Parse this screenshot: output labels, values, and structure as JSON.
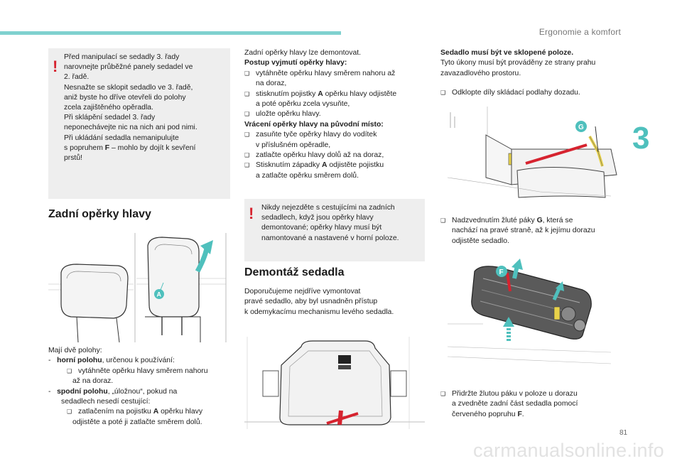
{
  "header": {
    "section_title": "Ergonomie a komfort",
    "chapter_number": "3",
    "page_number": "81",
    "watermark": "carmanualsonline.info"
  },
  "bullet_glyph": "❑",
  "warning_left": {
    "mark": "!",
    "lines": [
      "Před manipulací se sedadly 3. řady",
      "narovnejte průběžné panely sedadel ve",
      "2. řadě.",
      "Nesnažte se sklopit sedadlo ve 3. řadě,",
      "aniž byste ho dříve otevřeli do polohy",
      "zcela zajištěného opěradla.",
      "Při sklápění sedadel 3. řady",
      "neponechávejte nic na nich ani pod nimi.",
      "Při ukládání sedadla nemanipulujte",
      "s popruhem ",
      "prstů!"
    ],
    "strap_letter": "F",
    "strap_rest": " – mohlo by dojít k sevření"
  },
  "headrests": {
    "heading": "Zadní opěrky hlavy",
    "illustration_label": "A",
    "positions_intro": "Mají dvě polohy:",
    "upper_dash": "-",
    "upper_bold": "horní polohu",
    "upper_rest": ", určenou k používání:",
    "upper_step_1": "vytáhněte opěrku hlavy směrem nahoru",
    "upper_step_2": "až na doraz.",
    "lower_dash": "-",
    "lower_bold": "spodní polohu",
    "lower_rest": ", „úložnou“, pokud na",
    "lower_line2": "sedadlech nesedí cestující:",
    "lower_step_1a": "zatlačením na pojistku ",
    "lower_step_1b": "A",
    "lower_step_1c": " opěrku hlavy",
    "lower_step_2": "odjistěte a poté ji zatlačte směrem dolů."
  },
  "middle": {
    "intro": "Zadní opěrky hlavy lze demontovat.",
    "removal_heading": "Postup vyjmutí opěrky hlavy:",
    "r1": "vytáhněte opěrku hlavy směrem nahoru až",
    "r1b": "na doraz,",
    "r2a": "stisknutím pojistky ",
    "r2b": "A",
    "r2c": " opěrku hlavy odjistěte",
    "r2d": "a poté opěrku zcela vysuňte,",
    "r3": "uložte opěrku hlavy.",
    "return_heading": "Vrácení opěrky hlavy na původní místo:",
    "t1": "zasuňte tyče opěrky hlavy do vodítek",
    "t1b": "v příslušném opěradle,",
    "t2": "zatlačte opěrku hlavy dolů až na doraz,",
    "t3a": "Stisknutím západky ",
    "t3b": "A",
    "t3c": " odjistěte pojistku",
    "t3d": "a zatlačte opěrku směrem dolů.",
    "warning_mark": "!",
    "warning_lines": [
      "Nikdy nejezděte s cestujícími na zadních",
      "sedadlech, když jsou opěrky hlavy",
      "demontované; opěrky hlavy musí být",
      "namontované a nastavené v horní poloze."
    ],
    "removal_seat_heading": "Demontáž sedadla",
    "seat_lines": [
      "Doporučujeme nejdříve vymontovat",
      "pravé sedadlo, aby byl usnadněn přístup",
      "k odemykacímu mechanismu levého sedadla."
    ]
  },
  "right": {
    "p1_bold": "Sedadlo musí být ve sklopené poloze.",
    "p1_line2": "Tyto úkony musí být prováděny ze strany prahu",
    "p1_line3": "zavazadlového prostoru.",
    "step1": "Odklopte díly skládací podlahy dozadu.",
    "illus1_label": "G",
    "step2a": "Nadzvednutím žluté páky ",
    "step2b": "G",
    "step2c": ", která se",
    "step2d": "nachází na pravé straně, až k jejímu dorazu",
    "step2e": "odjistěte sedadlo.",
    "illus2_label": "F",
    "step3a": "Přidržte žlutou páku v poloze u dorazu",
    "step3b": "a zvedněte zadní část sedadla pomocí",
    "step3c": "červeného popruhu ",
    "step3d": "F",
    "step3e": "."
  },
  "colors": {
    "accent_teal": "#4fc0bd",
    "warning_red": "#d6232f",
    "lever_yellow": "#e8d24a",
    "strap_red": "#d6232f"
  }
}
